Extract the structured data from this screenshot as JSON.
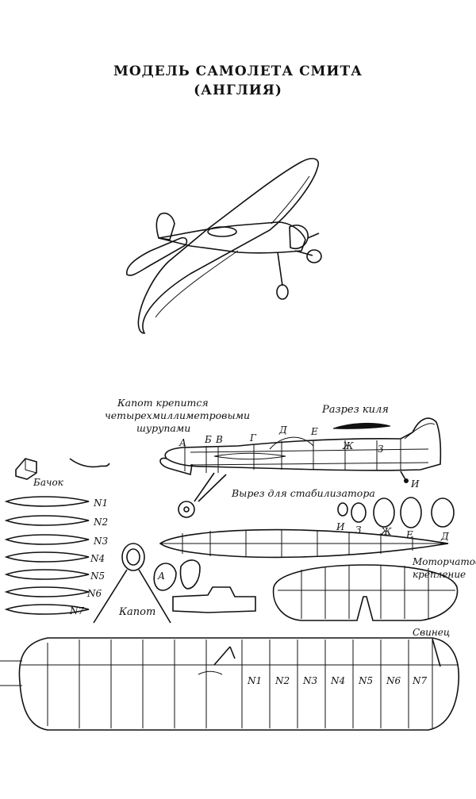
{
  "title": {
    "line1": "МОДЕЛЬ САМОЛЕТА СМИТА",
    "line2": "(АНГЛИЯ)"
  },
  "labels": {
    "hood_note_1": "Капот крепится",
    "hood_note_2": "четырехмиллиметровыми",
    "hood_note_3": "шурупами",
    "fin_section": "Разрез киля",
    "tank": "Бачок",
    "stab_cutout": "Вырез для стабилизатора",
    "motor_mount_1": "Моторчатое",
    "motor_mount_2": "крепление",
    "hood": "Капот",
    "lead": "Свинец"
  },
  "frame_letters": [
    "А",
    "Б",
    "В",
    "Г",
    "Д",
    "Е",
    "Ж",
    "З",
    "И"
  ],
  "former_letters": [
    "И",
    "З",
    "Ж",
    "Е",
    "Д"
  ],
  "ribs": [
    "N1",
    "N2",
    "N3",
    "N4",
    "N5",
    "N6",
    "N7"
  ],
  "hood_part_letter": "А"
}
